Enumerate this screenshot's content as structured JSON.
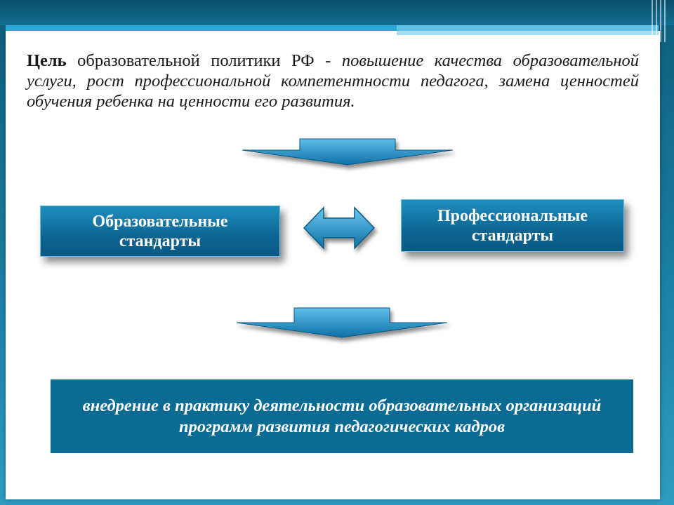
{
  "slide": {
    "goal_lead": "Цель",
    "goal_plain": " образовательной политики РФ - ",
    "goal_italic": "повышение качества образовательной услуги, рост профессиональной компетентности педагога, замена ценностей обучения ребенка на ценности его развития.",
    "left_box": "Образовательные стандарты",
    "right_box": "Профессиональные стандарты",
    "bottom_box": "внедрение в практику деятельности образовательных организаций программ развития педагогических кадров"
  },
  "colors": {
    "accent": "#1a7fa3",
    "box_fill": "#0d6592",
    "bottom_box_fill": "#0c6b93",
    "arrow_fill": "#1c8cc3"
  },
  "icons": {
    "down_arrow_top": "down-arrow-icon",
    "double_arrow": "left-right-arrow-icon",
    "down_arrow_bottom": "down-arrow-icon"
  }
}
